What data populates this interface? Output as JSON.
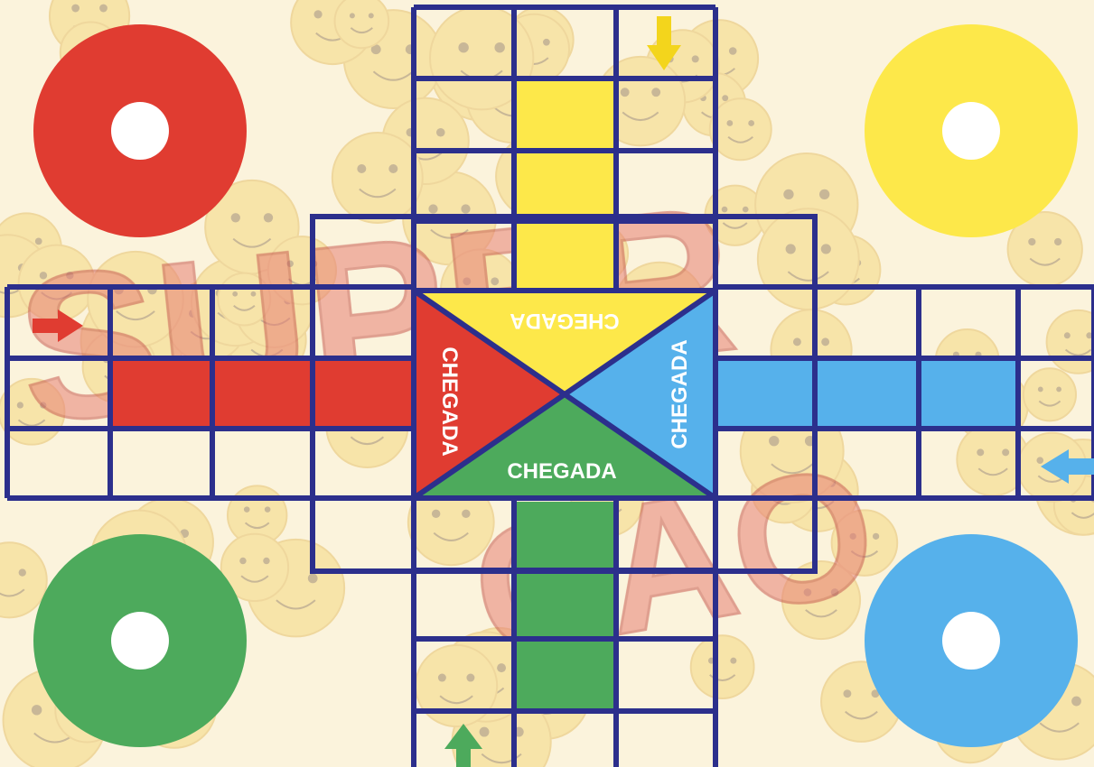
{
  "board": {
    "colors": {
      "red": "#e03c31",
      "yellow": "#fde84a",
      "blue": "#56b1eb",
      "green": "#4daa5c",
      "grid": "#2c2f8c",
      "background": "#fbf3dc",
      "watermark": "#e78076",
      "emoji": "#f2c94c"
    },
    "watermark": {
      "line1": "SUPER",
      "line2": "ÇAO"
    },
    "finish": {
      "red_label": "CHEGADA",
      "yellow_label": "CHEGADA",
      "blue_label": "CHEGADA",
      "green_label": "CHEGADA"
    },
    "bases": [
      "red",
      "yellow",
      "green",
      "blue"
    ],
    "start_arrows": [
      {
        "color": "red",
        "icon": "arrow-right-icon"
      },
      {
        "color": "yellow",
        "icon": "arrow-down-icon"
      },
      {
        "color": "blue",
        "icon": "arrow-left-icon"
      },
      {
        "color": "green",
        "icon": "arrow-up-icon"
      }
    ]
  }
}
